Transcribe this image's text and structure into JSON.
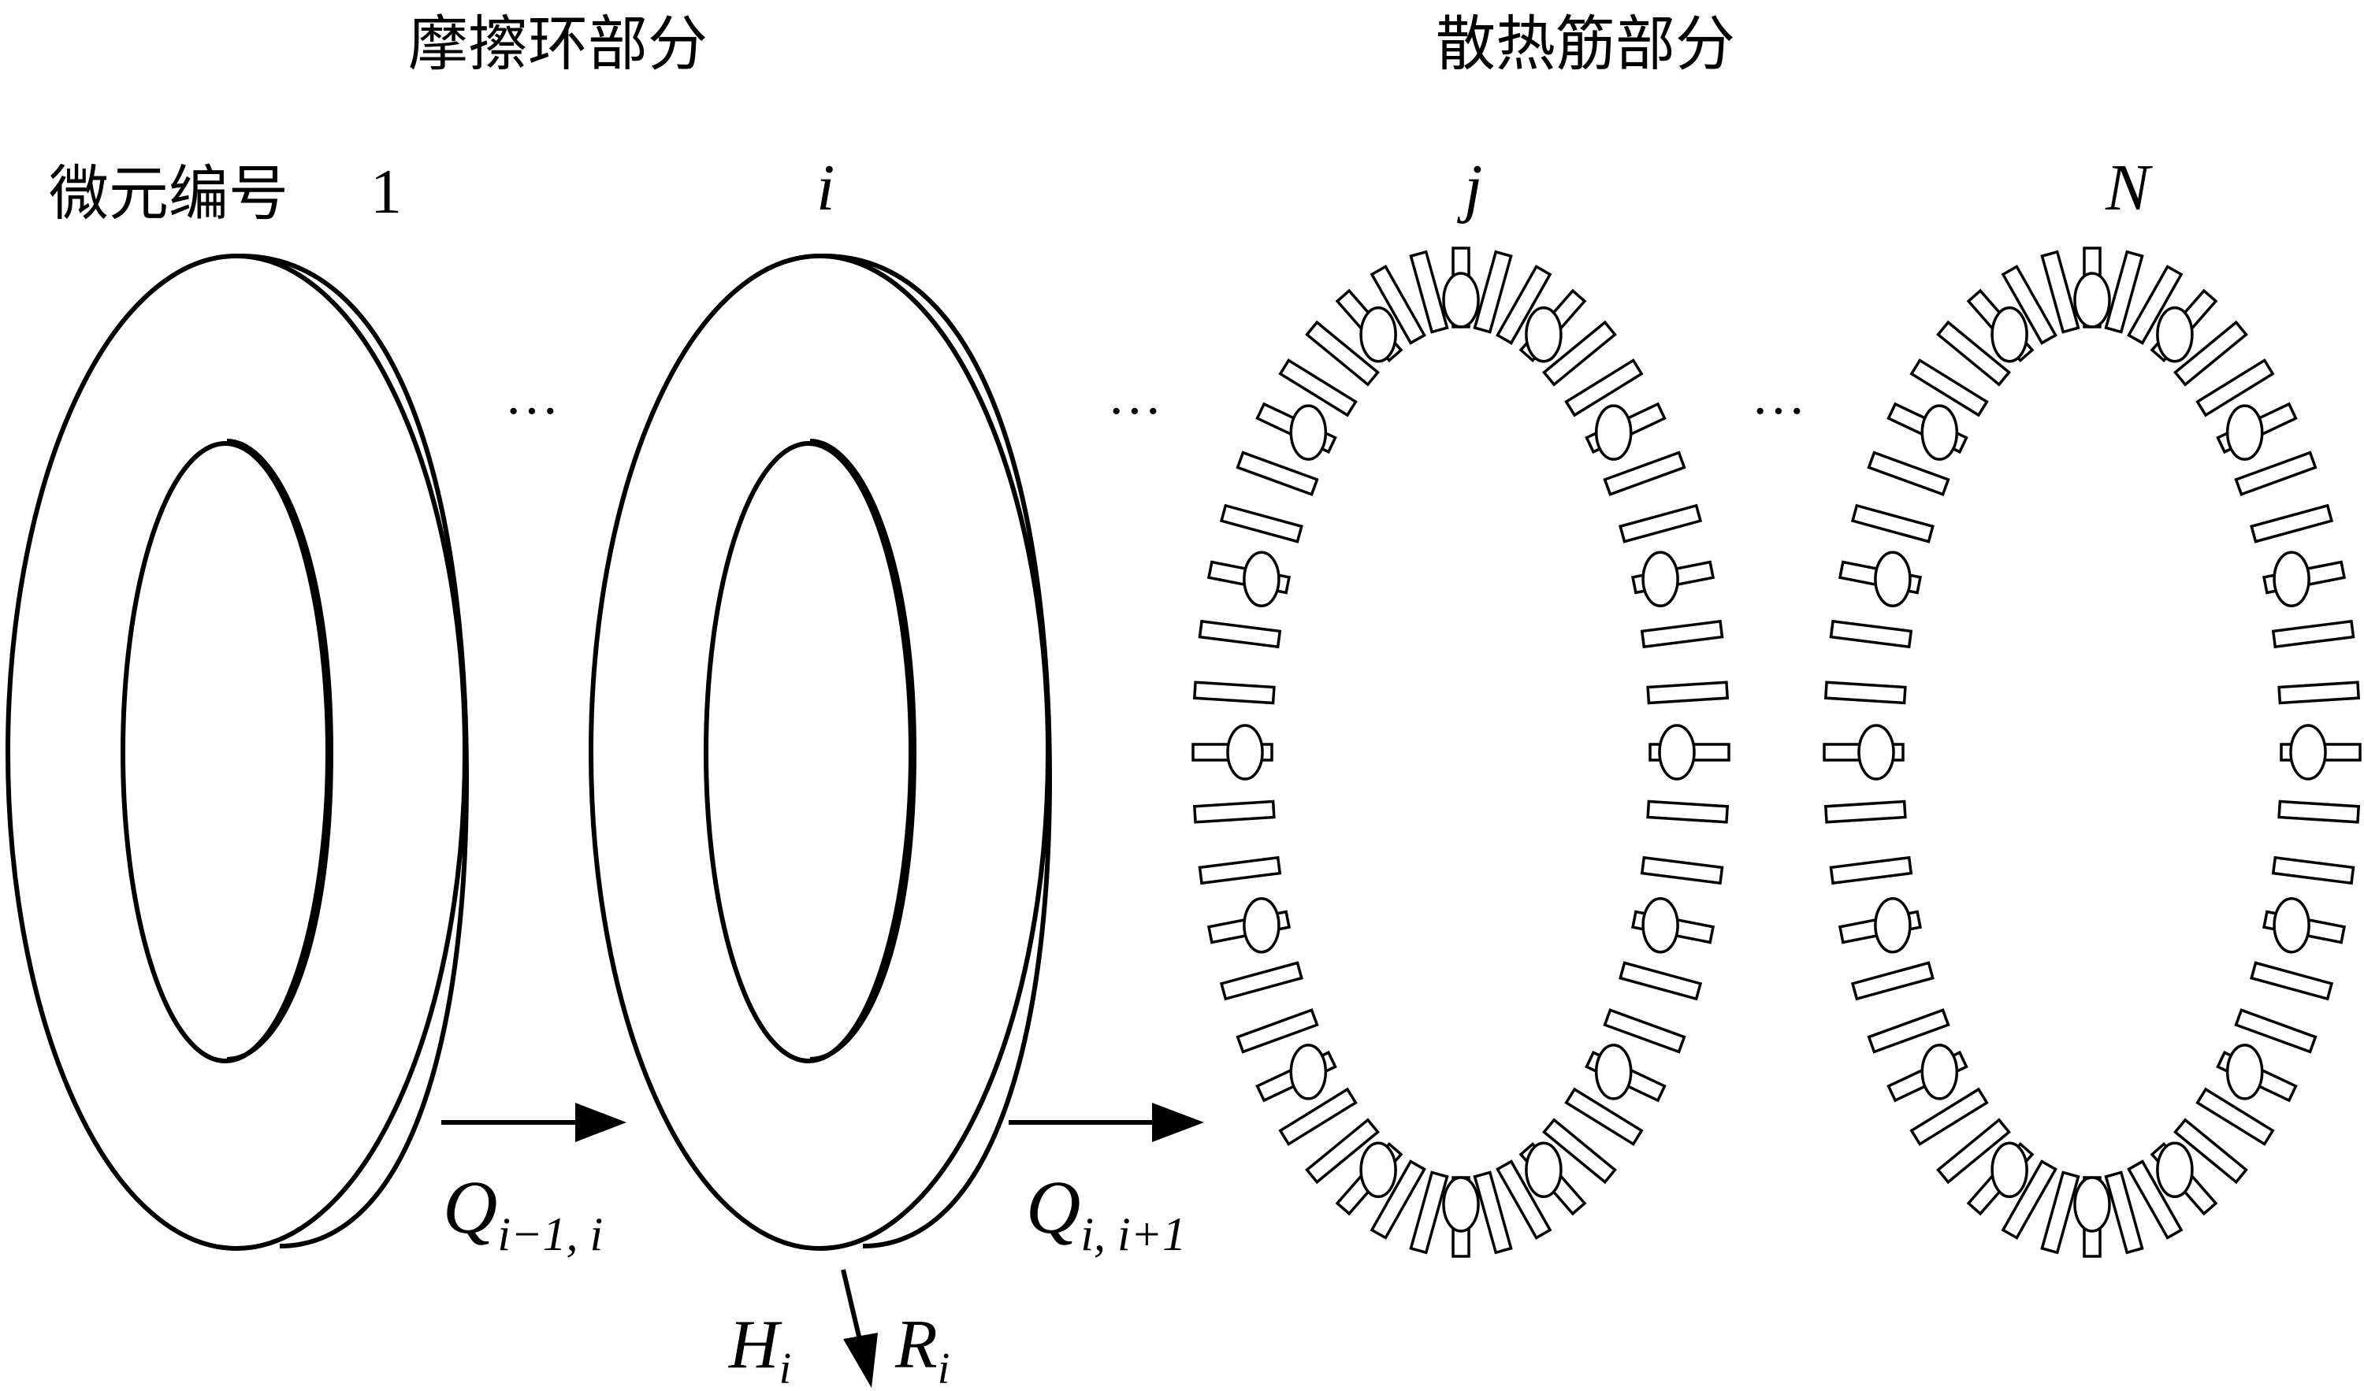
{
  "section_labels": {
    "friction_ring": "摩擦环部分",
    "heat_fins": "散热筋部分"
  },
  "element_labels": {
    "prefix": "微元编号",
    "first": "1",
    "i": "i",
    "j": "j",
    "N": "N"
  },
  "ellipsis": "···",
  "arrows": {
    "q_in": {
      "main": "Q",
      "sub": "i−1, i"
    },
    "q_out": {
      "main": "Q",
      "sub": "i, i+1"
    },
    "h": {
      "main": "H",
      "sub": "i"
    },
    "r": {
      "main": "R",
      "sub": "i"
    }
  },
  "colors": {
    "line": "#000000",
    "background": "#ffffff"
  }
}
